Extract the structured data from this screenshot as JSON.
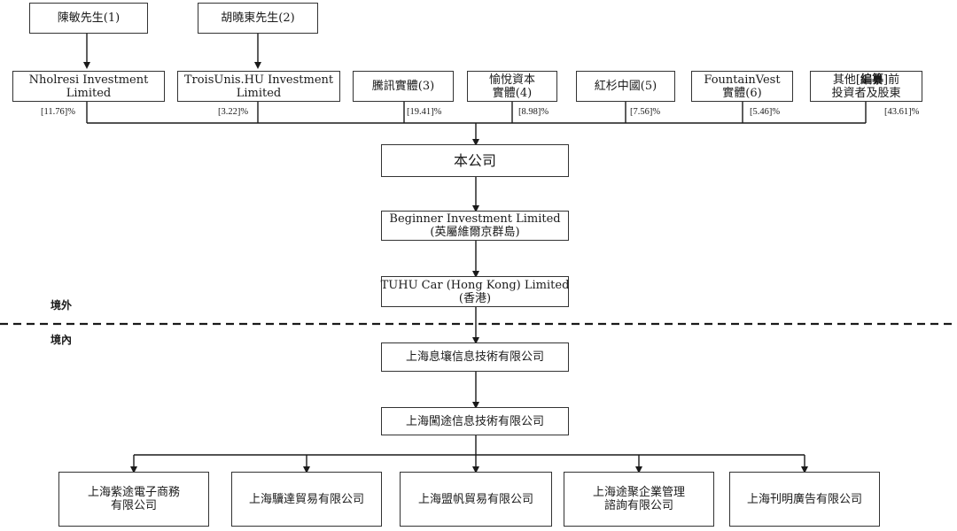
{
  "individuals": {
    "chen": "陳敏先生(1)",
    "hu": "胡曉東先生(2)"
  },
  "shareholders": {
    "nholresi": [
      "Nholresi Investment",
      "Limited"
    ],
    "troisunis": [
      "TroisUnis.HU Investment",
      "Limited"
    ],
    "tencent": "騰訊實體(3)",
    "yuyue": [
      "愉悅資本",
      "實體(4)"
    ],
    "sequoia": "紅杉中國(5)",
    "fountainvest": [
      "FountainVest",
      "實體(6)"
    ],
    "others": {
      "pre": "其他[",
      "redacted": "編纂",
      "post": "]前",
      "line2": "投資者及股東"
    }
  },
  "percentages": {
    "nholresi": "[11.76]%",
    "troisunis": "[3.22]%",
    "tencent": "[19.41]%",
    "yuyue": "[8.98]%",
    "sequoia": "[7.56]%",
    "fountainvest": "[5.46]%",
    "others": "[43.61]%"
  },
  "company": "本公司",
  "beginner": [
    "Beginner Investment Limited",
    "(英屬維爾京群島)"
  ],
  "tuhu_hk": [
    "TUHU Car (Hong Kong) Limited",
    "(香港)"
  ],
  "regions": {
    "offshore": "境外",
    "onshore": "境內"
  },
  "shanghai_xi": "上海息壤信息技術有限公司",
  "shanghai_chuang": "上海闖途信息技術有限公司",
  "subsidiaries": {
    "zitu": [
      "上海紫途電子商務",
      "有限公司"
    ],
    "jida": "上海驥達貿易有限公司",
    "mengfan": "上海盟帆貿易有限公司",
    "tuju": [
      "上海途聚企業管理",
      "諮詢有限公司"
    ],
    "kanming": "上海刊明廣告有限公司"
  }
}
